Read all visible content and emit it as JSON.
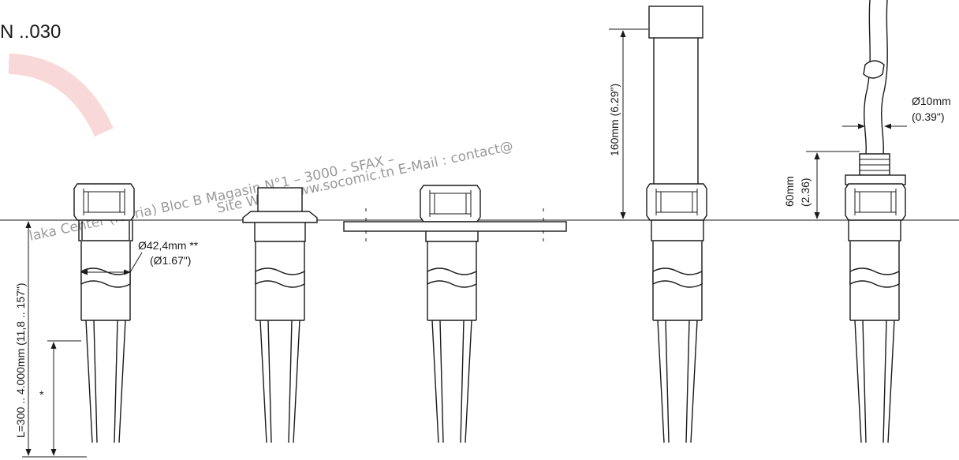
{
  "header": {
    "model_code": "N ..030"
  },
  "watermark": {
    "line1": "laka Center (Khiria) Bloc B Magasin N°1 – 3000 - SFAX –",
    "line2": "Site Web : www.socomic.tn E-Mail : contact@",
    "color": "#d8262e"
  },
  "dimensions": {
    "pipe_diameter": "Ø42,4mm **",
    "pipe_diameter_inch": "(Ø1.67\")",
    "length": "L=300 .. 4.000mm (11,8 .. 157\")",
    "fork_marker": "*",
    "extension_height": "160mm (6.29\")",
    "cable_diameter": "Ø10mm",
    "cable_diameter_inch": "(0.39\")",
    "gland_height": "60mm",
    "gland_height_inch": "(2.36)"
  },
  "colors": {
    "line": "#1a1a1a",
    "background": "#ffffff"
  }
}
